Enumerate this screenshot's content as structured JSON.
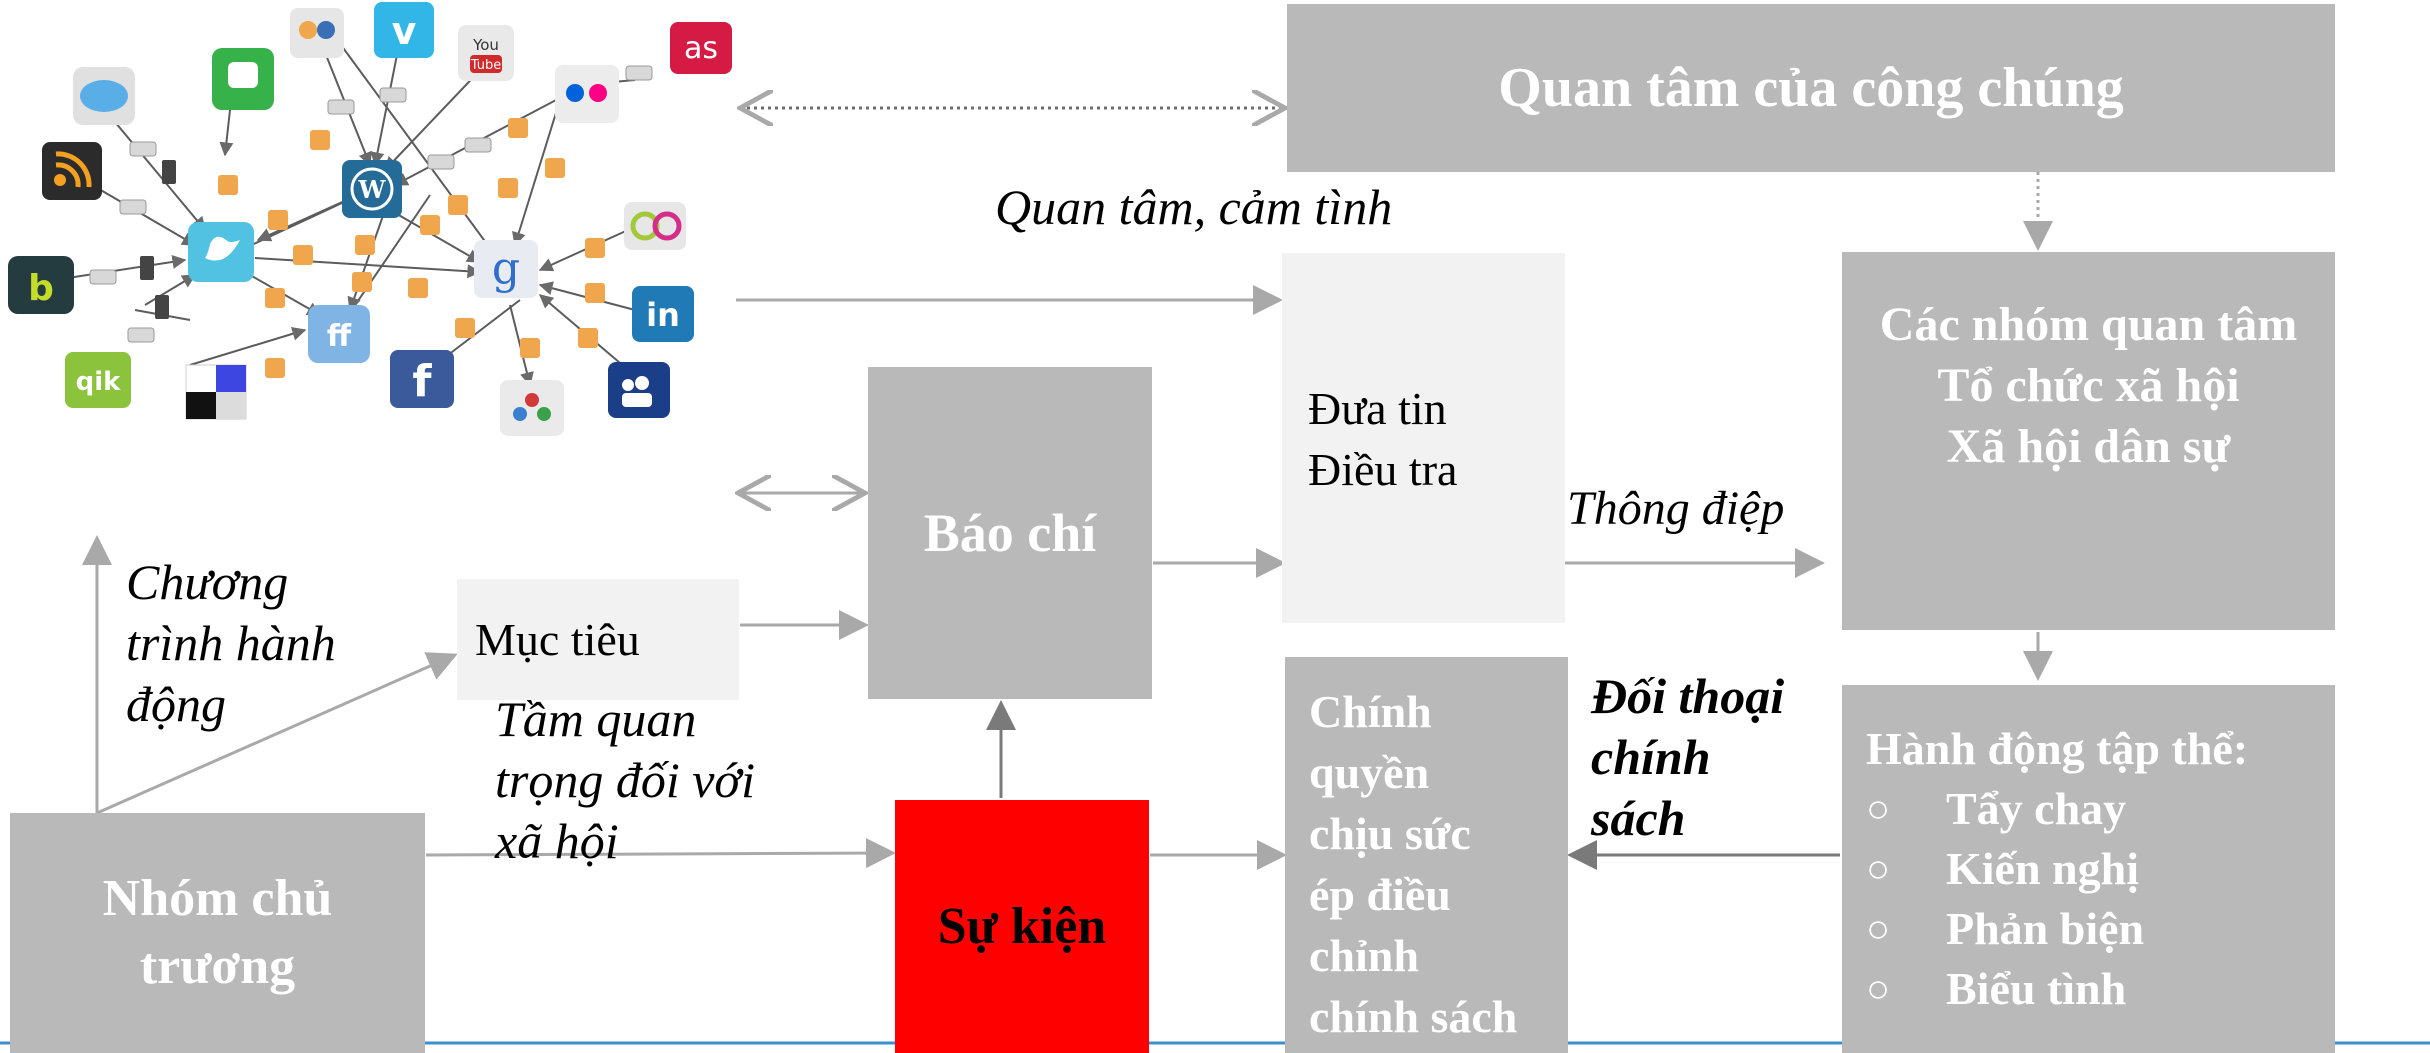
{
  "boxes": {
    "public_interest": "Quan tâm của công chúng",
    "interest_groups": [
      "Các nhóm quan tâm",
      "Tổ chức xã hội",
      "Xã hội dân sự"
    ],
    "news": [
      "Đưa tin",
      "Điều tra"
    ],
    "press": "Báo chí",
    "goal": "Mục tiêu",
    "event": "Sự kiện",
    "government": [
      "Chính",
      "quyền",
      "chịu sức",
      "ép điều",
      "chỉnh",
      "chính sách"
    ],
    "collective_action_title": "Hành động tập thể:",
    "collective_actions": [
      "Tẩy chay",
      "Kiến nghị",
      "Phản biện",
      "Biểu tình"
    ],
    "bullet_symbol": "○",
    "advocacy_group": [
      "Nhóm chủ",
      "trương"
    ]
  },
  "labels": {
    "interest_sympathy": "Quan tâm, cảm tình",
    "message": "Thông điệp",
    "action_program": [
      "Chương",
      "trình hành",
      "động"
    ],
    "social_importance": [
      "Tầm quan",
      "trọng đối với",
      "xã hội"
    ],
    "policy_dialogue": [
      "Đối thoại",
      "chính",
      "sách"
    ]
  },
  "social_icons": [
    {
      "name": "speech-bubble-icon",
      "color": "#5aaee8"
    },
    {
      "name": "chat-icon",
      "color": "#37b24a"
    },
    {
      "name": "delicious-icon",
      "color": "#f0a64c"
    },
    {
      "name": "vimeo-icon",
      "text": "v",
      "color": "#31b6e7"
    },
    {
      "name": "youtube-icon",
      "text": "You Tube",
      "color": "#d22a2a"
    },
    {
      "name": "lastfm-icon",
      "text": "as",
      "color": "#d51a43"
    },
    {
      "name": "rss-icon",
      "color": "#f4a020"
    },
    {
      "name": "flickr-icon",
      "color": "#ececec"
    },
    {
      "name": "wordpress-icon",
      "text": "W",
      "color": "#246c97"
    },
    {
      "name": "twitter-icon",
      "color": "#52c2e3"
    },
    {
      "name": "google-icon",
      "text": "g",
      "color": "#e8ecf2"
    },
    {
      "name": "creative-commons-icon",
      "text": "cc",
      "color": "#e7e7e7"
    },
    {
      "name": "brightkite-icon",
      "text": "b",
      "color": "#243b3f"
    },
    {
      "name": "friendfeed-icon",
      "text": "ff",
      "color": "#7fb4e5"
    },
    {
      "name": "linkedin-icon",
      "text": "in",
      "color": "#1f7ab5"
    },
    {
      "name": "qik-icon",
      "text": "qik",
      "color": "#8bc33c"
    },
    {
      "name": "delicious-squares-icon",
      "color": "#2b2b2b"
    },
    {
      "name": "facebook-icon",
      "text": "f",
      "color": "#3b5a9c"
    },
    {
      "name": "myspace-icon",
      "color": "#1a3f88"
    },
    {
      "name": "people-network-icon",
      "color": "#eaeaea"
    }
  ],
  "colors": {
    "box_gray": "#b9b9b9",
    "box_light": "#f2f2f2",
    "event_red": "#ff0000",
    "arrow_gray": "#a9a9a9",
    "bottom_line": "#3a8fd0"
  }
}
